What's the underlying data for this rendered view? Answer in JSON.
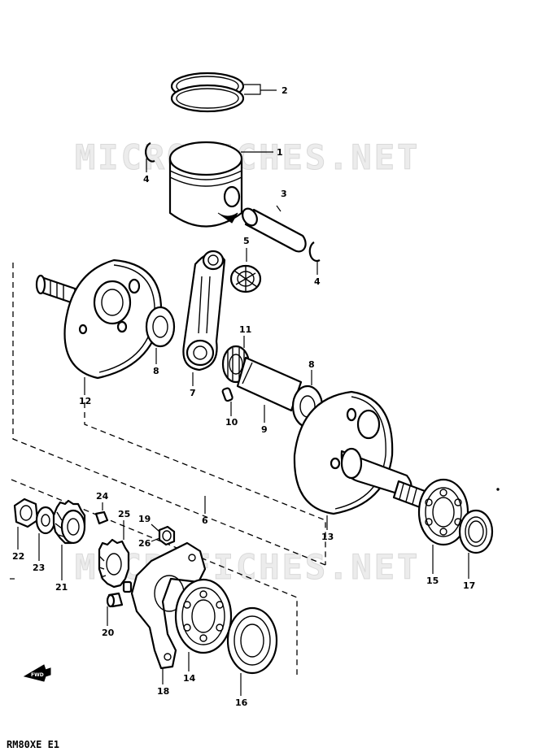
{
  "watermark": "MICROFICHES.NET",
  "model_code": "RM80XE E1",
  "forward_label": "FWD",
  "parts": [
    {
      "id": "piston_ring_set",
      "label": "2"
    },
    {
      "id": "piston",
      "label": "1"
    },
    {
      "id": "circlip_left",
      "label": "4"
    },
    {
      "id": "piston_pin",
      "label": "3"
    },
    {
      "id": "small_end_bearing",
      "label": "5"
    },
    {
      "id": "circlip_right",
      "label": "4"
    },
    {
      "id": "connecting_rod",
      "label": "7"
    },
    {
      "id": "thrust_washer_left",
      "label": "8"
    },
    {
      "id": "crank_web_left",
      "label": "12"
    },
    {
      "id": "big_end_bearing",
      "label": "11"
    },
    {
      "id": "thrust_washer_right",
      "label": "8"
    },
    {
      "id": "crank_key",
      "label": "10"
    },
    {
      "id": "crank_pin",
      "label": "9"
    },
    {
      "id": "crankshaft_assembly",
      "label": "6"
    },
    {
      "id": "crank_web_right",
      "label": "13"
    },
    {
      "id": "bearing_right",
      "label": "15"
    },
    {
      "id": "oil_seal_right",
      "label": "17"
    },
    {
      "id": "key_24",
      "label": "24"
    },
    {
      "id": "gear_25",
      "label": "25"
    },
    {
      "id": "bolt_19",
      "label": "19"
    },
    {
      "id": "washer_26",
      "label": "26"
    },
    {
      "id": "nut",
      "label": "22"
    },
    {
      "id": "washer_23",
      "label": "23"
    },
    {
      "id": "primary_gear",
      "label": "21"
    },
    {
      "id": "pin_20",
      "label": "20"
    },
    {
      "id": "bearing_left",
      "label": "14"
    },
    {
      "id": "retainer_plate",
      "label": "18"
    },
    {
      "id": "oil_seal_left",
      "label": "16"
    }
  ]
}
